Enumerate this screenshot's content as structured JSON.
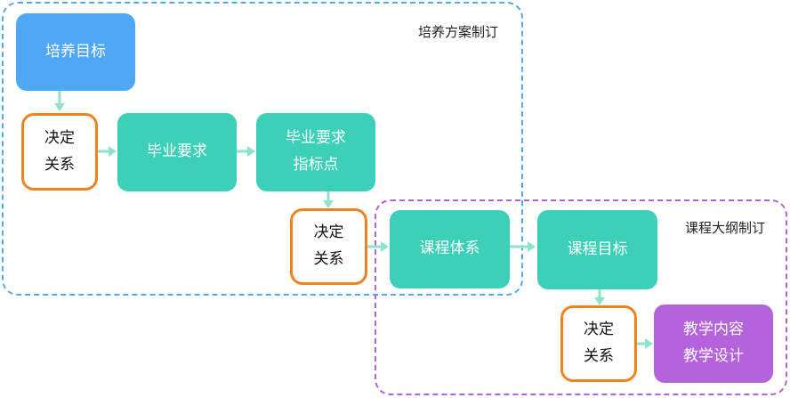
{
  "regions": {
    "training_plan": "培养方案制订",
    "course_outline": "课程大纲制订"
  },
  "nodes": {
    "training_goal": "培养目标",
    "decide_1": [
      "决定",
      "关系"
    ],
    "grad_requirement": "毕业要求",
    "grad_indicator": [
      "毕业要求",
      "指标点"
    ],
    "decide_2": [
      "决定",
      "关系"
    ],
    "course_system": "课程体系",
    "course_goal": "课程目标",
    "decide_3": [
      "决定",
      "关系"
    ],
    "teaching": [
      "教学内容",
      "教学设计"
    ]
  },
  "colors": {
    "arrow": "#8ee2cf",
    "teal": "#3cd0b8",
    "blue": "#4ea8f6",
    "purple": "#b463dc",
    "decide_border": "#f0831e"
  }
}
